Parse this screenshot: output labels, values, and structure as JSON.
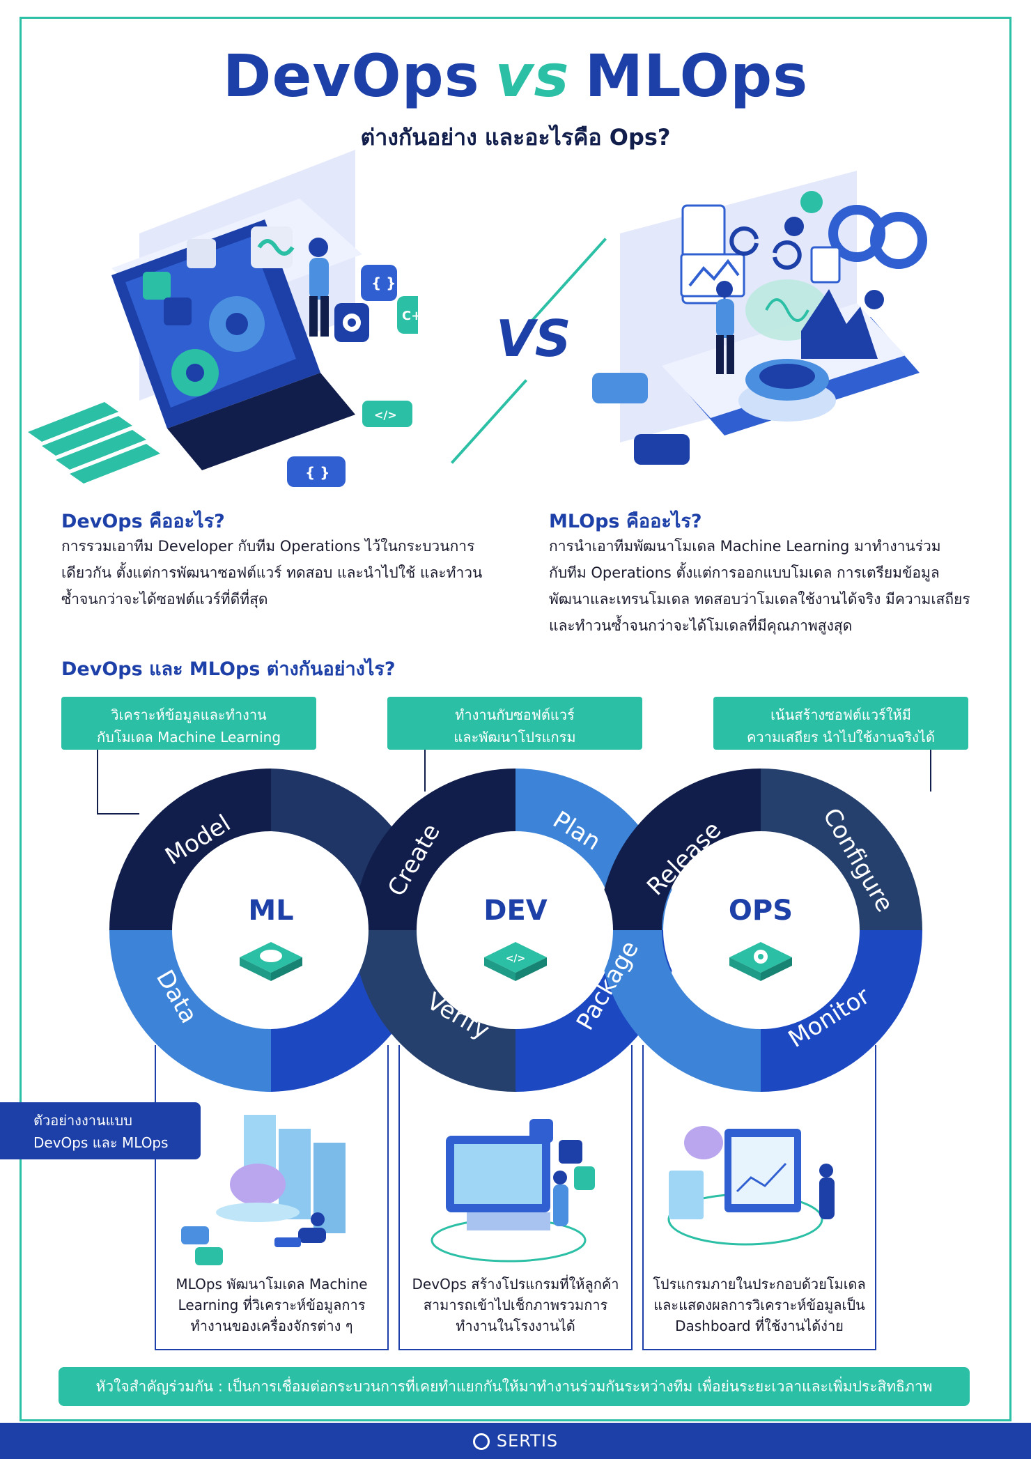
{
  "header": {
    "title_left": "DevOps",
    "title_vs": "vs",
    "title_right": "MLOps",
    "subtitle": "ต่างกันอย่าง และอะไรคือ Ops?",
    "center_vs": "VS"
  },
  "devops_section": {
    "heading": "DevOps คืออะไร?",
    "lines": [
      "การรวมเอาทีม Developer กับทีม Operations ไว้ในกระบวนการ",
      "เดียวกัน ตั้งแต่การพัฒนาซอฟต์แวร์ ทดสอบ และนำไปใช้ และทำวน",
      "ซ้ำจนกว่าจะได้ซอฟต์แวร์ที่ดีที่สุด"
    ]
  },
  "mlops_section": {
    "heading": "MLOps คืออะไร?",
    "lines": [
      "การนำเอาทีมพัฒนาโมเดล Machine Learning มาทำงานร่วม",
      "กับทีม Operations ตั้งแต่การออกแบบโมเดล การเตรียมข้อมูล",
      "พัฒนาและเทรนโมเดล ทดสอบว่าโมเดลใช้งานได้จริง มีความเสถียร",
      "และทำวนซ้ำจนกว่าจะได้โมเดลที่มีคุณภาพสูงสุด"
    ]
  },
  "diff_heading": "DevOps และ MLOps ต่างกันอย่างไร?",
  "boxes": [
    {
      "line1": "วิเคราะห์ข้อมูลและทำงาน",
      "line2": "กับโมเดล Machine Learning"
    },
    {
      "line1": "ทำงานกับซอฟต์แวร์",
      "line2": "และพัฒนาโปรแกรม"
    },
    {
      "line1": "เน้นสร้างซอฟต์แวร์ให้มี",
      "line2": "ความเสถียร นำไปใช้งานจริงได้"
    }
  ],
  "cycles": {
    "ml": {
      "center": "ML",
      "segments": [
        "Model",
        "Data"
      ]
    },
    "dev": {
      "center": "DEV",
      "segments": [
        "Create",
        "Plan",
        "Verify",
        "Package"
      ]
    },
    "ops": {
      "center": "OPS",
      "segments": [
        "Release",
        "Configure",
        "Monitor"
      ]
    }
  },
  "examples": {
    "label_line1": "ตัวอย่างงานแบบ",
    "label_line2": "DevOps และ MLOps",
    "items": [
      {
        "lines": [
          "MLOps พัฒนาโมเดล Machine",
          "Learning ที่วิเคราะห์ข้อมูลการ",
          "ทำงานของเครื่องจักรต่าง ๆ"
        ]
      },
      {
        "lines": [
          "DevOps สร้างโปรแกรมที่ให้ลูกค้า",
          "สามารถเข้าไปเช็กภาพรวมการ",
          "ทำงานในโรงงานได้"
        ]
      },
      {
        "lines": [
          "โปรแกรมภายในประกอบด้วยโมเดล",
          "และแสดงผลการวิเคราะห์ข้อมูลเป็น",
          "Dashboard ที่ใช้งานได้ง่าย"
        ]
      }
    ]
  },
  "summary": "หัวใจสำคัญร่วมกัน : เป็นการเชื่อมต่อกระบวนการที่เคยทำแยกกันให้มาทำงานร่วมกันระหว่างทีม เพื่อย่นระยะเวลาและเพิ่มประสิทธิภาพ",
  "footer": {
    "brand": "SERTIS"
  },
  "colors": {
    "navy": "#111d4a",
    "blue": "#1c3fa8",
    "mid": "#2f5fd0",
    "light": "#4a8fe0",
    "teal": "#2bbfa5"
  }
}
